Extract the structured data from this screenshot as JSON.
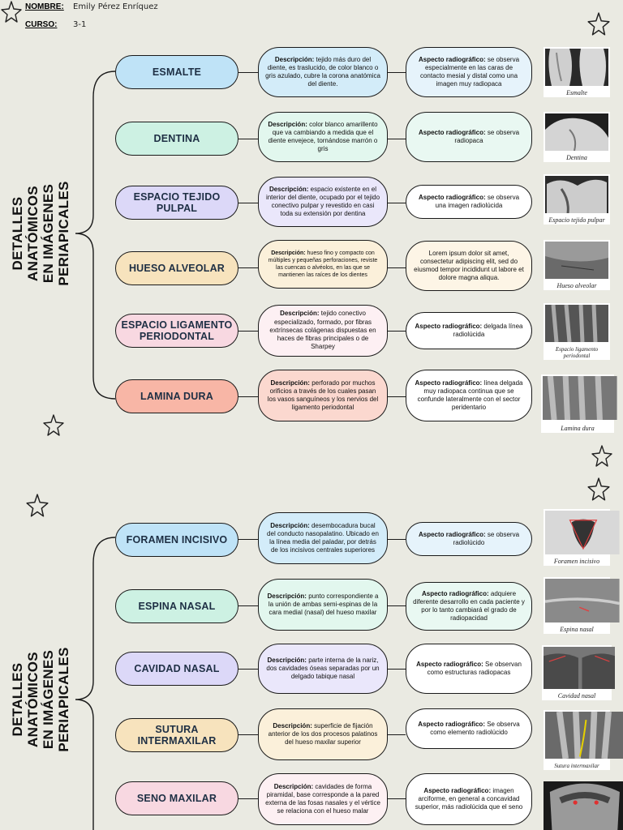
{
  "header": {
    "name_label": "NOMBRE:",
    "name_value": "Emily Pérez Enríquez",
    "course_label": "CURSO:",
    "course_value": "3-1"
  },
  "section1": {
    "side_title": "DETALLES\nANATÓMICOS\nEN IMÁGENES\nPERIAPICALES",
    "items": [
      {
        "title": "ESMALTE",
        "desc_label": "Descripción:",
        "desc_text": " tejido más duro del diente, es traslucido, de color blanco o gris azulado, cubre la corona anatómica del diente.",
        "rad_label": "Aspecto radiográfico:",
        "rad_text": " se observa especialmente en las caras de contacto mesial y distal como una imagen muy radiopaca",
        "caption": "Esmalte",
        "color": "#bfe3f7"
      },
      {
        "title": "DENTINA",
        "desc_label": "Descripción:",
        "desc_text": " color blanco amarillento que va cambiando a medida que el diente envejece, tornándose marrón o gris",
        "rad_label": "Aspecto radiográfico:",
        "rad_text": " se observa radiopaca",
        "caption": "Dentina",
        "color": "#cdf1e3"
      },
      {
        "title": "ESPACIO TEJIDO PULPAL",
        "desc_label": "Descripción:",
        "desc_text": " espacio existente en el interior del diente, ocupado por el tejido conectivo pulpar y revestido en casi toda su extensión por dentina",
        "rad_label": "Aspecto radiográfico:",
        "rad_text": " se observa una imagen radiolúcida",
        "caption": "Espacio tejido pulpar",
        "color": "#dcd8f8"
      },
      {
        "title": "HUESO ALVEOLAR",
        "desc_label": "Descripción:",
        "desc_text": " hueso fino y compacto con múltiples y pequeñas perforaciones, reviste las cuencas o alvéolos, en las que se mantienen las raíces de los dientes",
        "rad_label": "",
        "rad_text": "Lorem ipsum dolor sit amet, consectetur adipiscing elit, sed do eiusmod tempor incididunt ut labore et dolore magna aliqua.",
        "caption": "Hueso alveolar",
        "color": "#f7e3bd"
      },
      {
        "title": "ESPACIO LIGAMENTO PERIODONTAL",
        "desc_label": "Descripción:",
        "desc_text": " tejido conectivo especializado, formado, por fibras extrínsecas colágenas dispuestas en haces de fibras principales o de Sharpey",
        "rad_label": "Aspecto radiográfico:",
        "rad_text": " delgada línea radiolúcida",
        "caption": "Espacio ligamento periodontal",
        "color": "#f8d8e1"
      },
      {
        "title": "LAMINA DURA",
        "desc_label": "Descripción:",
        "desc_text": " perforado por muchos orificios a través de los cuales pasan los vasos sanguíneos y los nervios del ligamento periodontal",
        "rad_label": "Aspecto radiográfico:",
        "rad_text": " línea delgada muy radiopaca continua que se confunde lateralmente con el sector peridentario",
        "caption": "Lamina dura",
        "color": "#f8b6a6"
      }
    ]
  },
  "section2": {
    "side_title": "DETALLES\nANATÓMICOS\nEN IMÁGENES\nPERIAPICALES",
    "items": [
      {
        "title": "FORAMEN INCISIVO",
        "desc_label": "Descripción:",
        "desc_text": " desembocadura bucal del conducto nasopalatino. Ubicado en la línea media del paladar, por detrás de los incisivos centrales superiores",
        "rad_label": "Aspecto radiográfico:",
        "rad_text": " se observa radiolúcido",
        "caption": "Foramen incisivo",
        "color": "#bfe3f7"
      },
      {
        "title": "ESPINA NASAL",
        "desc_label": "Descripción:",
        "desc_text": " punto correspondiente a la unión de ambas semi-espinas de la cara medial (nasal) del hueso maxilar",
        "rad_label": "Aspecto radiográfico:",
        "rad_text": " adquiere diferente desarrollo en cada paciente y por lo tanto cambiará el grado de radiopacidad",
        "caption": "Espina nasal",
        "color": "#cdf1e3"
      },
      {
        "title": "CAVIDAD NASAL",
        "desc_label": "Descripción:",
        "desc_text": " parte interna de la nariz, dos cavidades óseas separadas por un delgado tabique nasal",
        "rad_label": "Aspecto radiográfico:",
        "rad_text": " Se observan como estructuras radiopacas",
        "caption": "Cavidad nasal",
        "color": "#dcd8f8"
      },
      {
        "title": "SUTURA INTERMAXILAR",
        "desc_label": "Descripción:",
        "desc_text": " superficie de fijación anterior de los dos procesos palatinos del hueso maxilar superior",
        "rad_label": "Aspecto radiográfico:",
        "rad_text": " Se observa como elemento radiolúcido",
        "caption": "Sutura intermaxilar",
        "color": "#f7e3bd"
      },
      {
        "title": "SENO MAXILAR",
        "desc_label": "Descripción:",
        "desc_text": " cavidades de forma piramidal, base corresponde a la pared externa de las fosas nasales y el vértice se relaciona con el hueso malar",
        "rad_label": "Aspecto radiográfico:",
        "rad_text": " imagen arciforme, en general a concavidad superior, más radiolúcida que el seno",
        "caption": "",
        "color": "#f8d8e1"
      }
    ]
  }
}
